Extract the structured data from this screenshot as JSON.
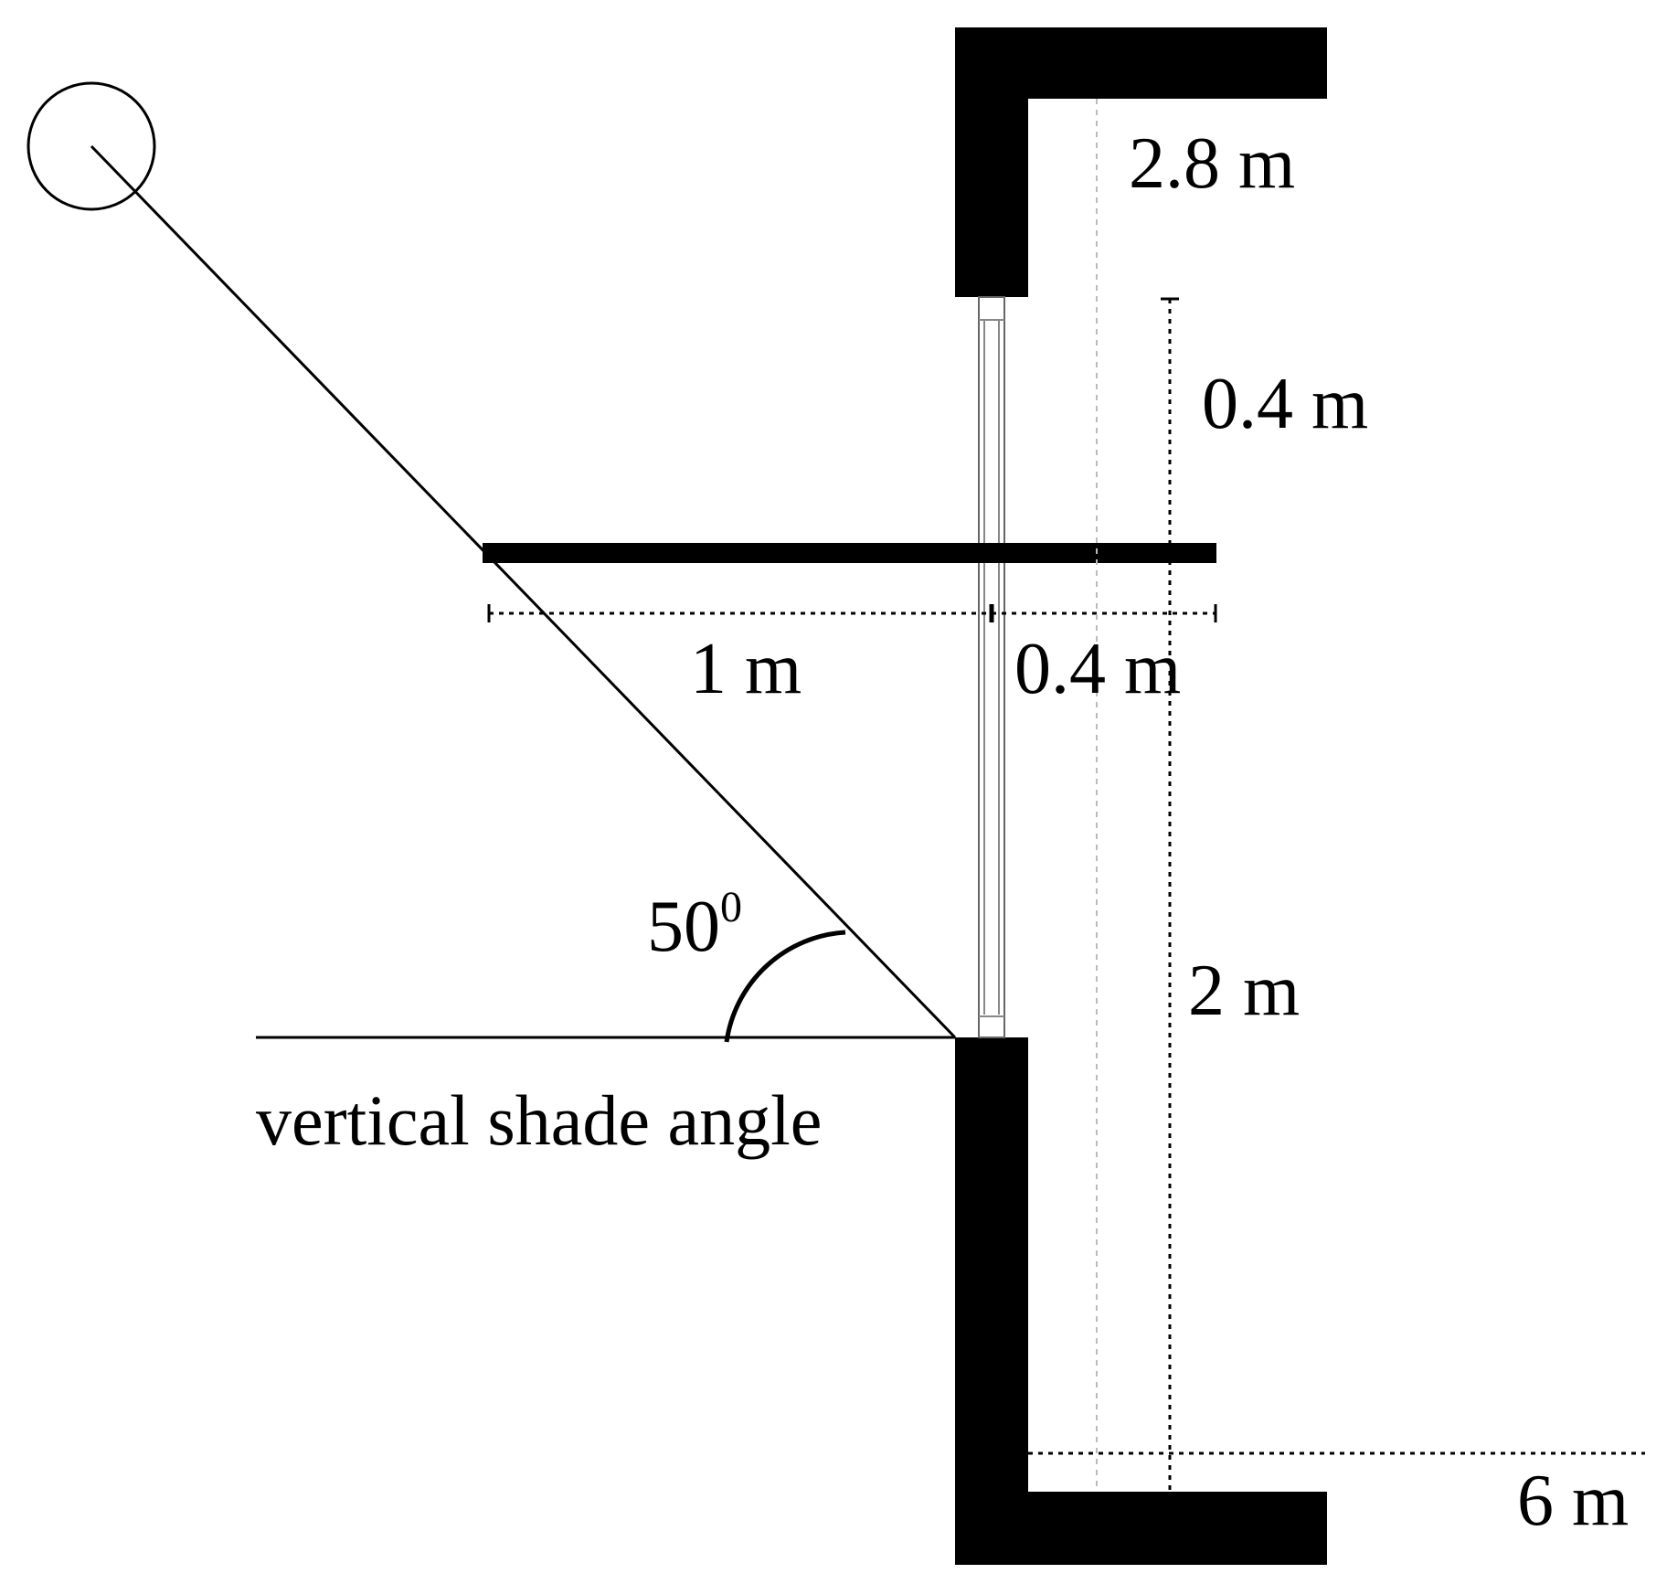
{
  "diagram": {
    "caption": "vertical shade angle",
    "angle": {
      "value": "50",
      "superscript": "0"
    },
    "dimensions": {
      "room_height": "2.8 m",
      "window_top_gap": "0.4 m",
      "overhang_outer": "1 m",
      "overhang_inner": "0.4 m",
      "window_height": "2 m",
      "room_depth": "6 m"
    },
    "colors": {
      "ink": "#000000",
      "dim_line": "#000000",
      "light_dim_line": "#bbbbbb",
      "glass": "#ffffff"
    },
    "icons": {
      "sun": "sun-circle-icon"
    }
  }
}
